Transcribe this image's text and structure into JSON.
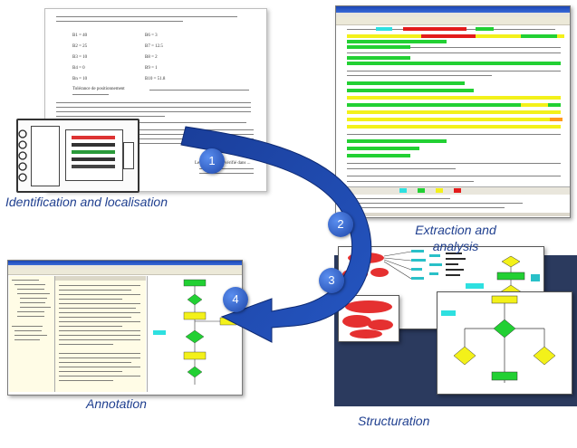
{
  "steps": [
    {
      "number": "1",
      "label": "Identification and localisation"
    },
    {
      "number": "2",
      "label_line1": "Extraction and",
      "label_line2": "analysis"
    },
    {
      "number": "3",
      "label": "Structuration"
    },
    {
      "number": "4",
      "label": "Annotation"
    }
  ],
  "document_page": {
    "eq_left": [
      "B1 = 40",
      "B2 = 25",
      "B3 = 10",
      "B4 = 0",
      "Bn = 10"
    ],
    "eq_right": [
      "B6 = 3",
      "B7 = 12.5",
      "B8 = 2",
      "B9 = 1",
      "B10 = 51.8"
    ],
    "paragraph_label": "Tolérance de positionnement",
    "side_note": "Le point axé est vérifié dans ..."
  },
  "colors": {
    "accent_blue": "#1f3f8f",
    "arrow_blue": "#1e47a8",
    "circle_blue": "#2a5cc0",
    "navy_bg": "#2b3a5e",
    "hl_green": "#22d033",
    "hl_red": "#e31b1b",
    "hl_yellow": "#f3f11a",
    "hl_cyan": "#2ee0e0",
    "hl_orange": "#ff9a1c"
  }
}
